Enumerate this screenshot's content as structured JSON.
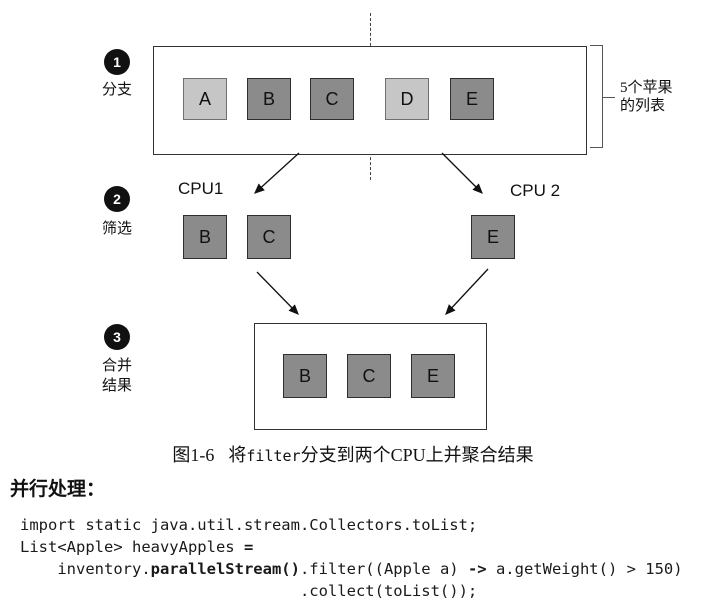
{
  "figure": {
    "steps": [
      {
        "number": "1",
        "label": "分支"
      },
      {
        "number": "2",
        "label": "筛选"
      },
      {
        "number": "3",
        "label": "合并\n结果"
      }
    ],
    "branch_items": [
      "A",
      "B",
      "C",
      "D",
      "E"
    ],
    "branch_item_shades": [
      "light",
      "dark",
      "dark",
      "light",
      "dark"
    ],
    "bracket_label": "5个苹果\n的列表",
    "cpu1_label": "CPU1",
    "cpu2_label": "CPU 2",
    "cpu1_items": [
      "B",
      "C"
    ],
    "cpu2_items": [
      "E"
    ],
    "merged_items": [
      "B",
      "C",
      "E"
    ],
    "caption": {
      "number": "图1-6",
      "text_before_code": "将",
      "code_word": "filter",
      "text_after_code": "分支到两个CPU上并聚合结果"
    }
  },
  "section": {
    "heading": "并行处理："
  },
  "code": {
    "line1": "import static java.util.stream.Collectors.toList;",
    "line2_pre": "List<Apple> heavyApples ",
    "line2_eq": "=",
    "line3_pre": "    inventory.",
    "line3_bold": "parallelStream()",
    "line3_mid": ".filter((Apple a) ",
    "line3_arrow": "->",
    "line3_post": " a.getWeight() > 150)",
    "line4": "                              .collect(toList());"
  },
  "colors": {
    "light_square": "#c6c6c6",
    "dark_square": "#8b8b8b",
    "line": "#333333",
    "step_badge": "#111111",
    "background": "#ffffff"
  }
}
